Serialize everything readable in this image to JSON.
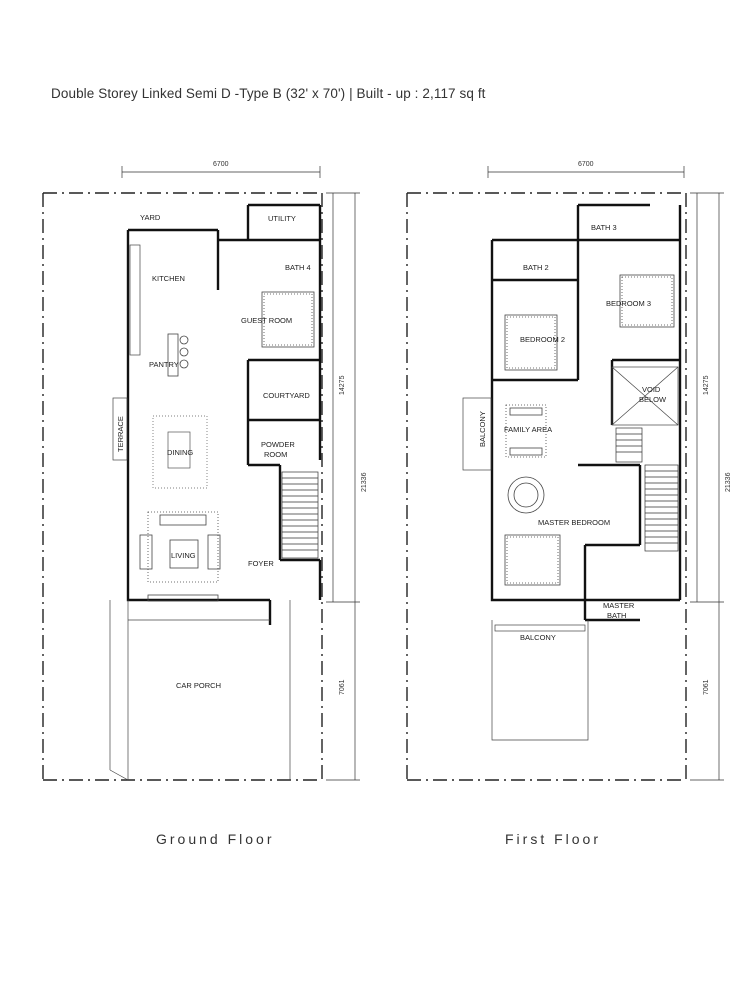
{
  "title": "Double Storey Linked Semi D -Type B  (32' x 70') | Built - up : 2,117 sq ft",
  "dimensions": {
    "width": "6700",
    "depth_front": "14275",
    "depth_total": "21336",
    "depth_rear": "7061"
  },
  "ground_floor": {
    "caption": "Ground Floor",
    "rooms": {
      "yard": "YARD",
      "utility": "UTILITY",
      "kitchen": "KITCHEN",
      "bath4": "BATH 4",
      "guest_room": "GUEST ROOM",
      "pantry": "PANTRY",
      "courtyard": "COURTYARD",
      "terrace": "TERRACE",
      "powder_room_1": "POWDER",
      "powder_room_2": "ROOM",
      "dining": "DINING",
      "living": "LIVING",
      "foyer": "FOYER",
      "car_porch": "CAR PORCH"
    }
  },
  "first_floor": {
    "caption": "First Floor",
    "rooms": {
      "bath3": "BATH 3",
      "bath2": "BATH 2",
      "bedroom3": "BEDROOM 3",
      "bedroom2": "BEDROOM 2",
      "void_1": "VOID",
      "void_2": "BELOW",
      "balcony_side": "BALCONY",
      "family_area": "FAMILY AREA",
      "master_bedroom": "MASTER BEDROOM",
      "master_bath_1": "MASTER",
      "master_bath_2": "BATH",
      "balcony_front": "BALCONY"
    }
  }
}
